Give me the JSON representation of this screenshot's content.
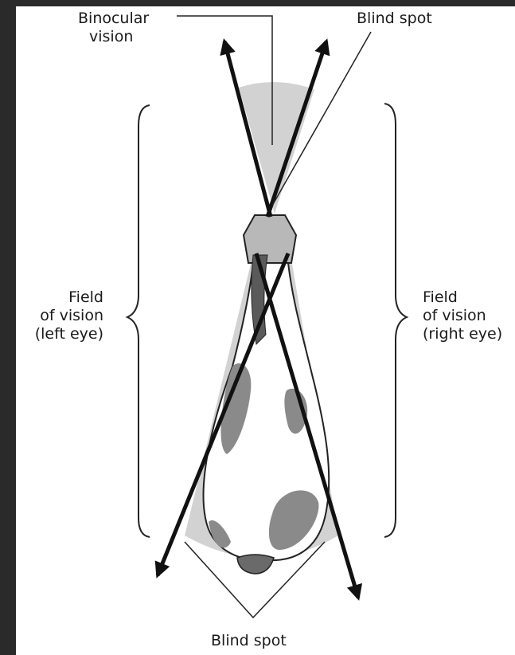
{
  "labels": {
    "binocular_vision": [
      "Binocular",
      "vision"
    ],
    "blind_spot_top": "Blind spot",
    "field_left": [
      "Field",
      "of vision",
      "(left eye)"
    ],
    "field_right": [
      "Field",
      "of vision",
      "(right eye)"
    ],
    "blind_spot_bottom": "Blind spot"
  },
  "colors": {
    "background": "#ffffff",
    "frame": "#2a2a2a",
    "field_shade": "#d2d2d2",
    "horse_patch": "#8a8a8a",
    "horse_body": "#ffffff",
    "line": "#111111"
  }
}
